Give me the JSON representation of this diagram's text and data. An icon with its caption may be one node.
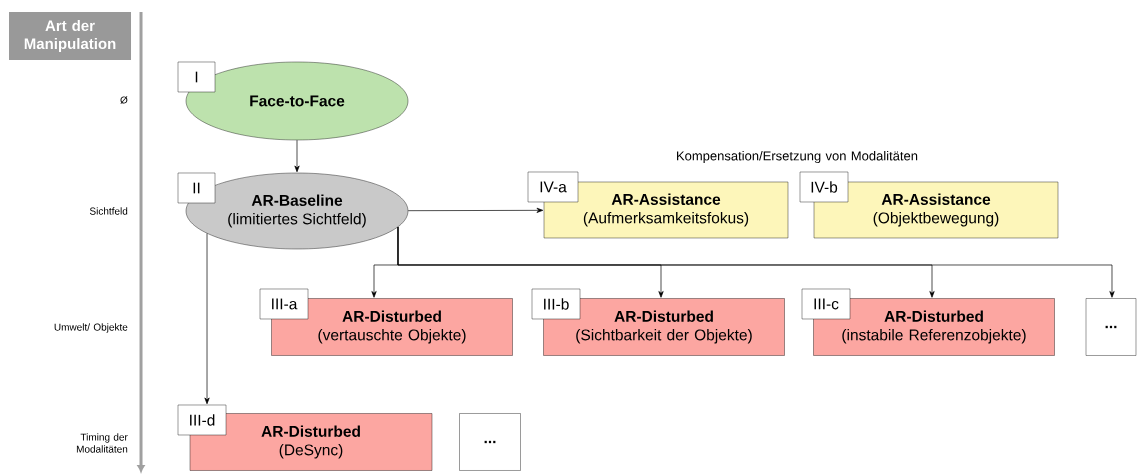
{
  "diagram": {
    "nodes": [
      {
        "text": [
          "Art der Manipulation"
        ]
      },
      {
        "text": [
          "I",
          "Face-to-Face"
        ]
      },
      {
        "text": [
          "II",
          "AR-Baseline",
          "(limitiertes Sichtfeld)"
        ]
      },
      {
        "text": [
          "IV-a",
          "AR-Assistance",
          "(Aufmerksamkeitsfokus)"
        ]
      },
      {
        "text": [
          "IV-b",
          "AR-Assistance",
          "(Objektbewegung)"
        ]
      },
      {
        "text": [
          "III-a",
          "AR-Disturbed",
          "(vertauschte Objekte)"
        ]
      },
      {
        "text": [
          "III-b",
          "AR-Disturbed",
          "(Sichtbarkeit der Objekte)"
        ]
      },
      {
        "text": [
          "III-c",
          "AR-Disturbed",
          "(instabile Referenzobjekte)"
        ]
      },
      {
        "text": [
          "..."
        ]
      },
      {
        "text": [
          "III-d",
          "AR-Disturbed",
          "(DeSync)"
        ]
      },
      {
        "text": [
          "..."
        ]
      }
    ],
    "edges": [
      {
        "from": 1,
        "to": 2,
        "arrow": "to"
      },
      {
        "from": 2,
        "to": 3,
        "arrow": "to"
      },
      {
        "from": 2,
        "to": 5,
        "arrow": "to"
      },
      {
        "from": 2,
        "to": 6,
        "arrow": "to"
      },
      {
        "from": 2,
        "to": 7,
        "arrow": "to"
      },
      {
        "from": 2,
        "to": 8,
        "arrow": "to"
      },
      {
        "from": 2,
        "to": 9,
        "arrow": "to"
      }
    ],
    "labels": [
      "Ø",
      "Kompensation/Ersetzung von Modalitäten",
      "Sichtfeld",
      "Umwelt/ Objekte",
      "Timing der Modalitäten"
    ]
  }
}
